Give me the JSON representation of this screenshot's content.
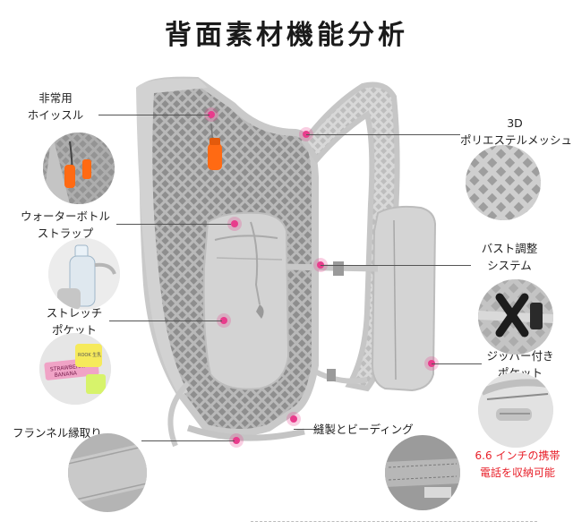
{
  "title": "背面素材機能分析",
  "callouts": {
    "whistle": [
      "非常用",
      "ホイッスル"
    ],
    "mesh": [
      "3D",
      "ポリエステルメッシュ"
    ],
    "bottle_strap": [
      "ウォーターボトル",
      "ストラップ"
    ],
    "bust": [
      "バスト調整",
      "システム"
    ],
    "stretch_pocket": [
      "ストレッチ",
      "ポケット"
    ],
    "zipper_pocket": [
      "ジッパー付き",
      "ポケット"
    ],
    "flannel": [
      "フランネル縁取り"
    ],
    "sewing": [
      "縫製とビーディング"
    ],
    "phone": [
      "6.6 インチの携帯",
      "電話を収納可能"
    ]
  },
  "detail_images": {
    "strawberry": [
      "STRAWBERRY",
      "BANANA"
    ],
    "strawberry_jp": "ROOK 生乳"
  },
  "colors": {
    "accent": "#e83c8c",
    "warning": "#e8202a",
    "vest": "#cfcfcf",
    "whistle": "#ff6a13"
  }
}
